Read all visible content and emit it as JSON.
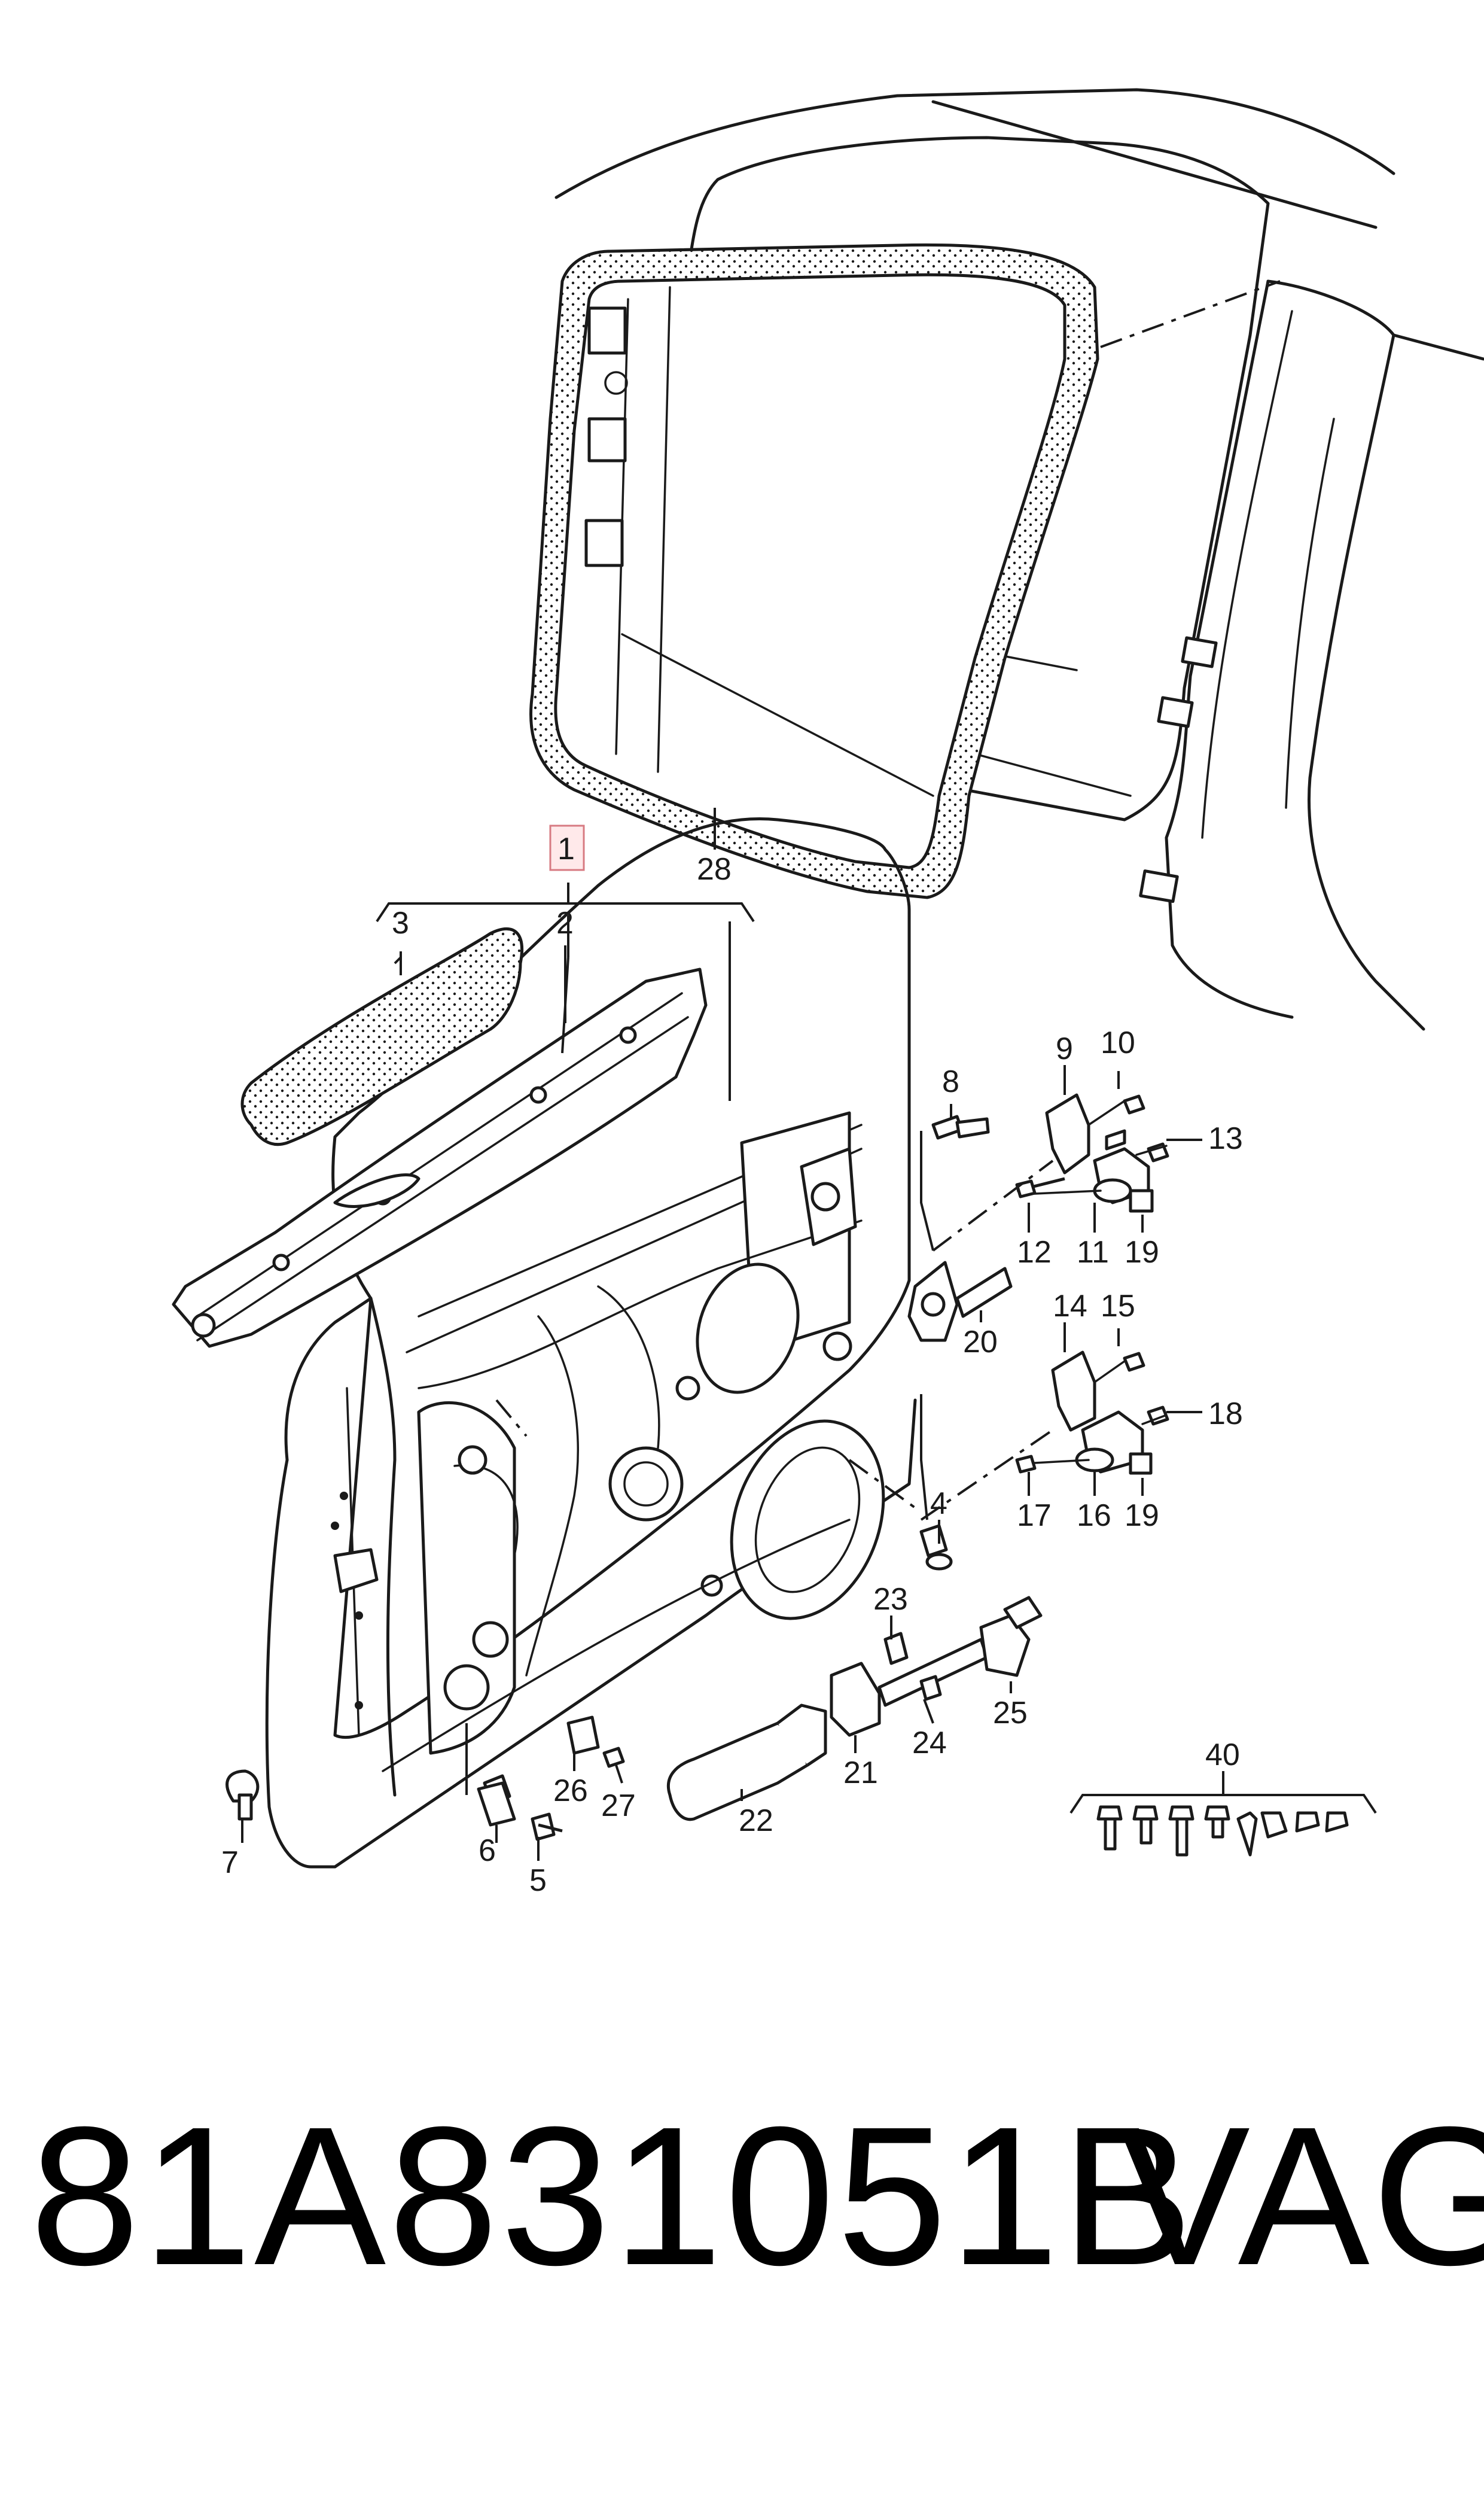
{
  "callouts": {
    "c1": "1",
    "c2": "2",
    "c3": "3",
    "c4": "4",
    "c5": "5",
    "c6": "6",
    "c7": "7",
    "c8": "8",
    "c9": "9",
    "c10": "10",
    "c11": "11",
    "c12": "12",
    "c13": "13",
    "c14": "14",
    "c15": "15",
    "c16": "16",
    "c17": "17",
    "c18": "18",
    "c19a": "19",
    "c19b": "19",
    "c20": "20",
    "c21": "21",
    "c22": "22",
    "c23": "23",
    "c24": "24",
    "c25": "25",
    "c26": "26",
    "c27": "27",
    "c28": "28",
    "c40": "40"
  },
  "footer": {
    "part_number": "81A831051B",
    "brand": "VAG"
  },
  "colors": {
    "ink": "#1a1a1a",
    "highlight_fill": "#ffe9ea",
    "highlight_stroke": "#d77a82"
  }
}
